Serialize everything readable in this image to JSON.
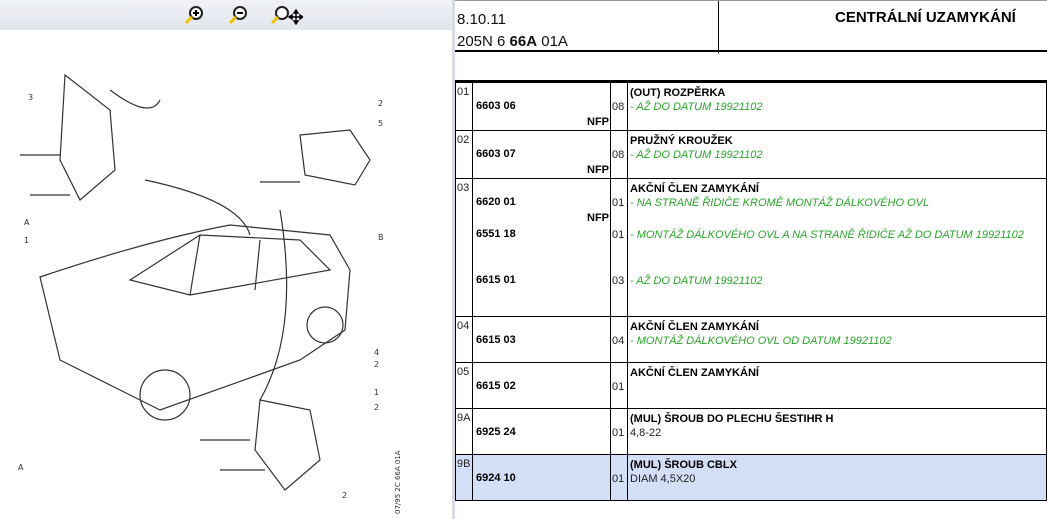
{
  "toolbar": {
    "zoom_in": "zoom-in",
    "zoom_out": "zoom-out",
    "pan": "zoom-pan"
  },
  "header": {
    "date": "8.10.11",
    "code_prefix": "205N 6 ",
    "code_bold": "66A",
    "code_suffix": " 01A",
    "title": "CENTRÁLNÍ UZAMYKÁNÍ"
  },
  "drawing": {
    "labels": [
      "3",
      "2",
      "5",
      "1",
      "A",
      "B",
      "4",
      "2",
      "1",
      "2",
      "A",
      "2"
    ],
    "stamp": "07/95 2C 66A 01A"
  },
  "rows": [
    {
      "num": "01",
      "title": "(OUT) ROZPĚRKA",
      "items": [
        {
          "ref": "6603 06",
          "nfp": "NFP",
          "qty": "08",
          "note": "- AŽ DO DATUM 19921102"
        }
      ]
    },
    {
      "num": "02",
      "title": "PRUŽNÝ KROUŽEK",
      "items": [
        {
          "ref": "6603 07",
          "nfp": "NFP",
          "qty": "08",
          "note": "- AŽ DO DATUM 19921102"
        }
      ]
    },
    {
      "num": "03",
      "title": "AKČNÍ ČLEN ZAMYKÁNÍ",
      "items": [
        {
          "ref": "6620 01",
          "nfp": "NFP",
          "qty": "01",
          "note": "- NA STRANĚ ŘIDIČE KROMĚ MONTÁŽ DÁLKOVÉHO OVL"
        },
        {
          "ref": "6551 18",
          "qty": "01",
          "note": "- MONTÁŽ DÁLKOVÉHO OVL A NA STRANĚ ŘIDIČE AŽ DO DATUM 19921102"
        },
        {
          "ref": "6615 01",
          "qty": "03",
          "note": "- AŽ DO DATUM 19921102"
        }
      ]
    },
    {
      "num": "04",
      "title": "AKČNÍ ČLEN ZAMYKÁNÍ",
      "items": [
        {
          "ref": "6615 03",
          "qty": "04",
          "note": "- MONTÁŽ DÁLKOVÉHO OVL OD DATUM 19921102"
        }
      ]
    },
    {
      "num": "05",
      "title": "AKČNÍ ČLEN ZAMYKÁNÍ",
      "items": [
        {
          "ref": "6615 02",
          "qty": "01"
        }
      ]
    },
    {
      "num": "9A",
      "title": "(MUL) ŠROUB DO PLECHU ŠESTIHR H",
      "items": [
        {
          "ref": "6925 24",
          "qty": "01",
          "plain": "4,8-22"
        }
      ]
    },
    {
      "num": "9B",
      "title": "(MUL) ŠROUB CBLX",
      "items": [
        {
          "ref": "6924 10",
          "qty": "01",
          "plain": "DIAM 4,5X20"
        }
      ]
    }
  ],
  "colors": {
    "note_green": "#2aa52a",
    "selected_row": "#d3def7"
  }
}
